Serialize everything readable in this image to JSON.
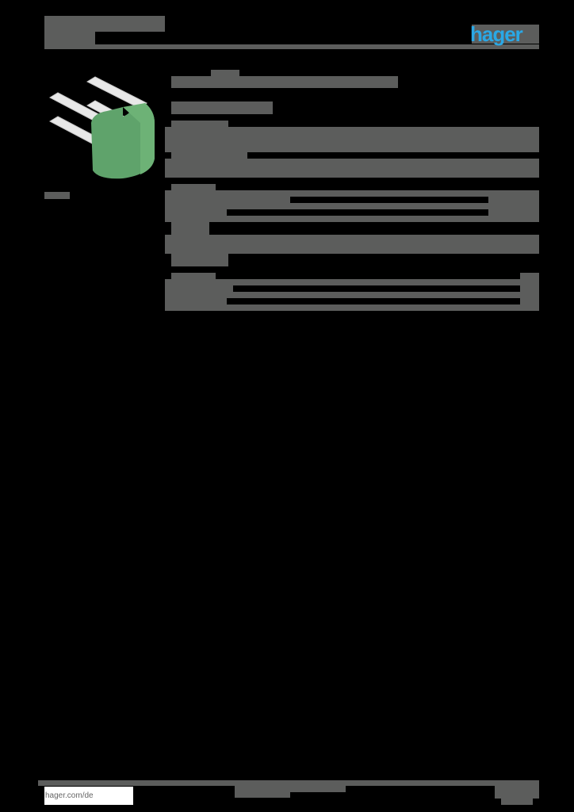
{
  "header": {
    "logo_text": "hager",
    "logo_color": "#2aa8e6"
  },
  "product": {
    "image_alt": "green-capped busbar terminal"
  },
  "footer": {
    "website": "hager.com/de"
  },
  "colors": {
    "background": "#000000",
    "text_block": "#5c5d5c"
  }
}
